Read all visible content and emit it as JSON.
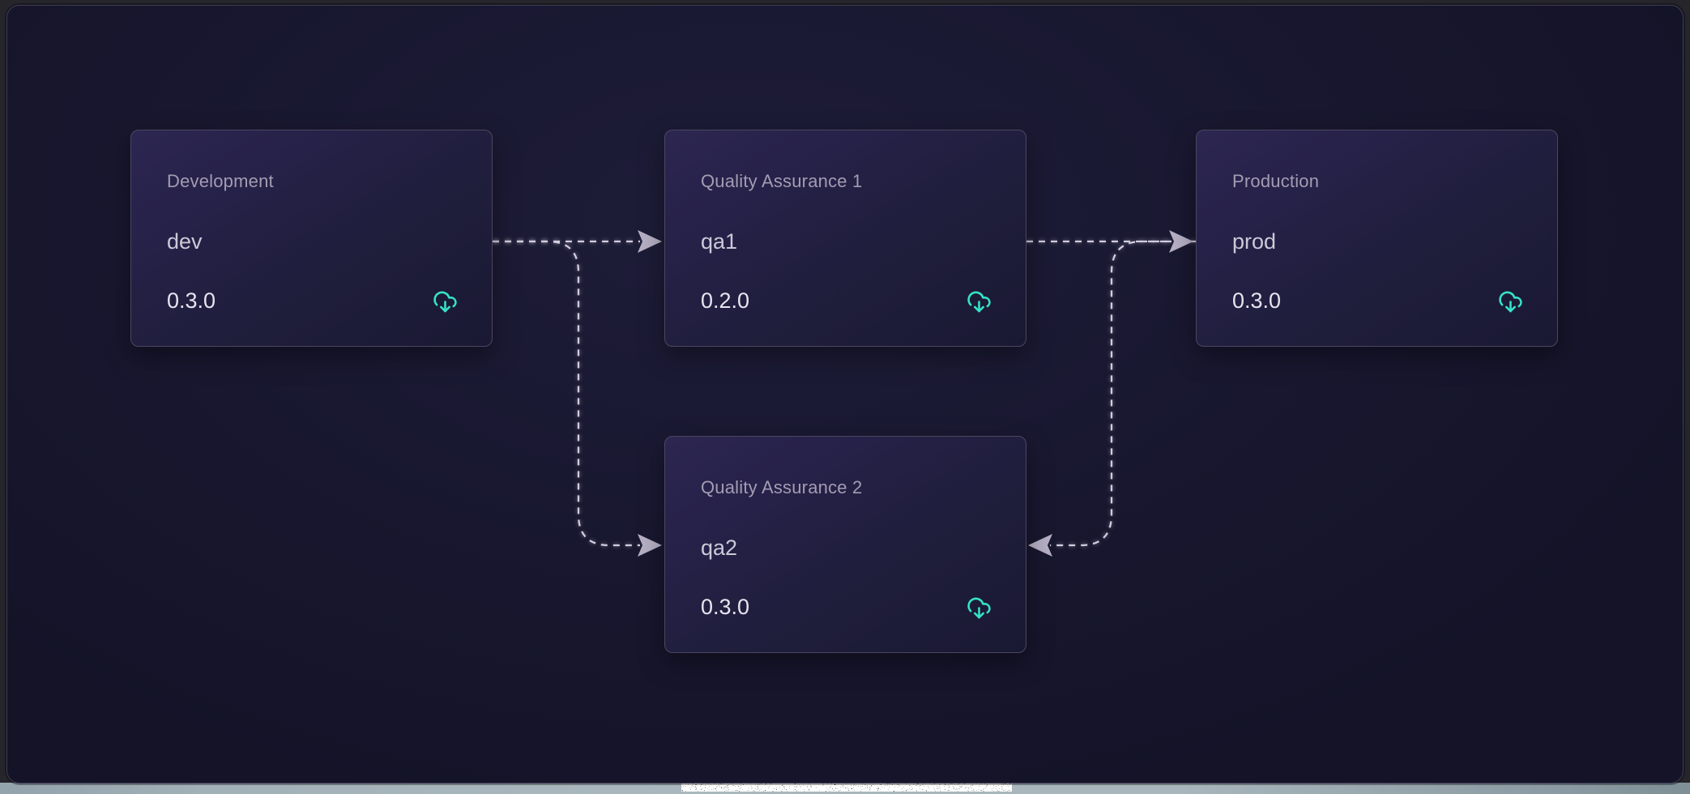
{
  "nodes": [
    {
      "id": "dev",
      "title": "Development",
      "name": "dev",
      "version": "0.3.0"
    },
    {
      "id": "qa1",
      "title": "Quality Assurance 1",
      "name": "qa1",
      "version": "0.2.0"
    },
    {
      "id": "qa2",
      "title": "Quality Assurance 2",
      "name": "qa2",
      "version": "0.3.0"
    },
    {
      "id": "prod",
      "title": "Production",
      "name": "prod",
      "version": "0.3.0"
    }
  ],
  "edges": [
    {
      "source": "dev",
      "target": "qa1",
      "style": "dashed-arrow"
    },
    {
      "source": "dev",
      "target": "qa2",
      "style": "dashed-arrow"
    },
    {
      "source": "qa1",
      "target": "prod",
      "style": "dashed-arrow"
    },
    {
      "source": "prod",
      "target": "qa2",
      "style": "dashed-arrow"
    }
  ],
  "icons": {
    "node_action": "cloud-download-icon"
  },
  "colors": {
    "accent_teal": "#35e2c9",
    "edge_dash": "#d2ccdf",
    "arrowhead": "#b7b0c5",
    "canvas_bg": "#191831",
    "card_bg_top": "#2c2651",
    "card_border": "#4a4760",
    "title_text": "#a49cb2",
    "body_text": "#e7e4f0",
    "bottom_bar": "#aab7be"
  }
}
